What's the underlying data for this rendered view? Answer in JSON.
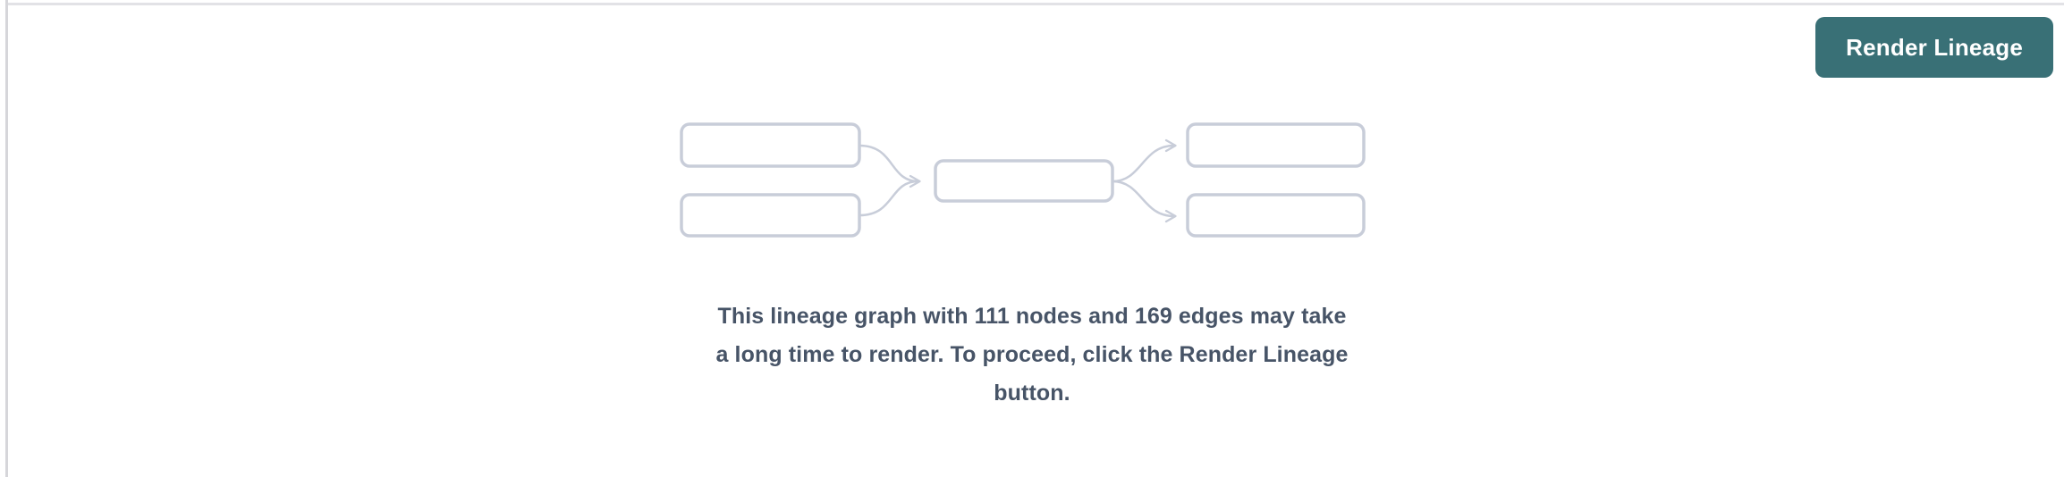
{
  "colors": {
    "background": "#ffffff",
    "accent": "#397076",
    "accent-text": "#ffffff",
    "message-text": "#475467",
    "diagram-stroke": "#c8cdd9",
    "pane-top-border": "#e2e2e6",
    "pane-left-border": "#d6d6da"
  },
  "button": {
    "label": "Render Lineage"
  },
  "empty_state": {
    "icon": "lineage-graph-placeholder-icon",
    "node_count": 111,
    "edge_count": 169,
    "message": "This lineage graph with 111 nodes and 169 edges may take a long time to render. To proceed, click the Render Lineage button.",
    "message_lines": [
      "This lineage graph with 111 nodes and 169 edges may take",
      "a long time to render. To proceed, click the Render Lineage",
      "button."
    ]
  }
}
